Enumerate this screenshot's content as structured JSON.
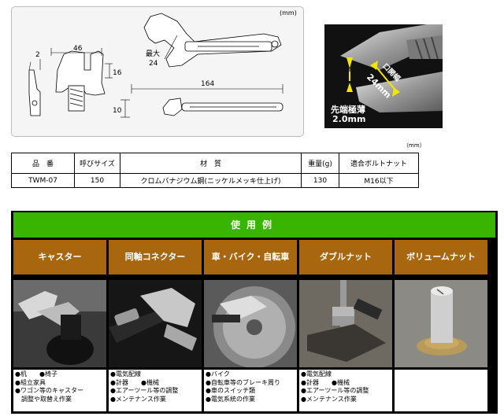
{
  "drawing": {
    "unit": "(mm)",
    "dim_2": "2",
    "dim_46": "46",
    "dim_16": "16",
    "max_label": "最大",
    "dim_24": "24",
    "dim_164": "164",
    "dim_10": "10"
  },
  "closeup": {
    "gap_label": "口開幅",
    "gap_value": "24mm",
    "tip_label": "先端極薄",
    "tip_value": "2.0mm"
  },
  "spec": {
    "unit": "（mm）",
    "headers": [
      "品　番",
      "呼びサイズ",
      "材　質",
      "重量(g)",
      "適合ボルトナット"
    ],
    "row": [
      "TWM-07",
      "150",
      "クロムバナジウム鋼(ニッケルメッキ仕上げ)",
      "130",
      "M16以下"
    ]
  },
  "usage": {
    "title": "使用例",
    "columns": [
      {
        "name": "キャスター",
        "notes": [
          "●机　　●椅子",
          "●組立家具",
          "●ワゴン等のキャスター",
          "　調整や取替え作業"
        ]
      },
      {
        "name": "同軸コネクター",
        "notes": [
          "●電気配線",
          "●計器　　●機械",
          "●エアーツール等の調整",
          "●メンテナンス作業"
        ]
      },
      {
        "name": "車・バイク・自転車",
        "notes": [
          "●バイク",
          "●自転車等のブレーキ周り",
          "●車のスイッチ類",
          "●電気系統の作業"
        ]
      },
      {
        "name": "ダブルナット",
        "notes": [
          "●電気配線",
          "●計器　　●機械",
          "●エアーツール等の調整",
          "●メンテナンス作業"
        ]
      },
      {
        "name": "ボリュームナット",
        "notes": []
      }
    ]
  }
}
